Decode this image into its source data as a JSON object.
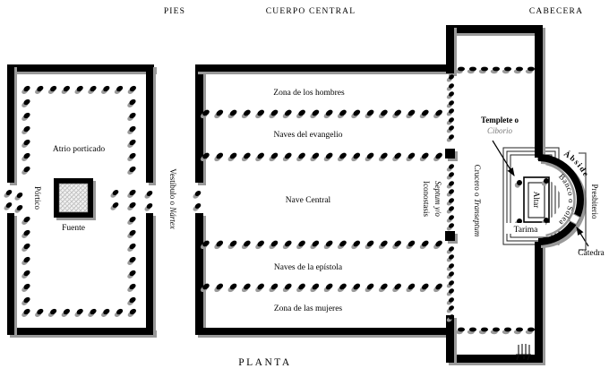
{
  "header": {
    "pies": "PIES",
    "cuerpo_central": "CUERPO CENTRAL",
    "cabecera": "CABECERA"
  },
  "footer": {
    "planta": "PLANTA"
  },
  "atrium": {
    "label": "Atrio porticado",
    "fountain_label": "Fuente",
    "portico_label": "Pórtico"
  },
  "narthex": {
    "label_regular": "Vestíbulo o ",
    "label_italic": "Nártex"
  },
  "nave": {
    "men_zone": "Zona de los hombres",
    "gospel_aisles": "Naves del evangelio",
    "central_nave": "Nave Central",
    "epistle_aisles": "Naves de la epístola",
    "women_zone": "Zona de las mujeres"
  },
  "septum": {
    "line1": "Septum y/o",
    "line2": "Iconostasis"
  },
  "transept": {
    "label_regular": "Crucero o ",
    "label_italic": "Transeptum"
  },
  "sanctuary": {
    "templete": "Templete o",
    "ciborio": "Ciborio",
    "altar": "Altar",
    "tarima": "Tarima",
    "abside": "Ábside",
    "banco_solea": "Banco o Solea",
    "presbiterio": "Presbiterio",
    "catedra": "Cátedra"
  },
  "colors": {
    "ink": "#000000",
    "wall_shadow": "#999999",
    "dot_shadow": "#9a9a9a",
    "ciborio_label": "#7a7a7a"
  }
}
